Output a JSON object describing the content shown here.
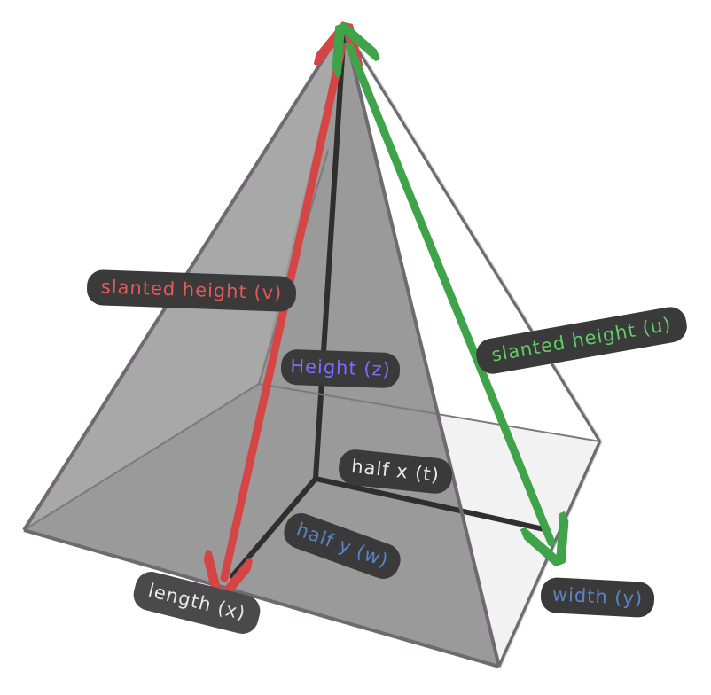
{
  "labels": {
    "slanted_height_v": "slanted height (v)",
    "height_z": "Height (z)",
    "slanted_height_u": "slanted height (u)",
    "half_x_t": "half x (t)",
    "half_y_w": "half y (w)",
    "length_x": "length (x)",
    "width_y": "width (y)"
  },
  "colors": {
    "face": "#9a9a9a",
    "edge": "#6e6a70",
    "inner_edge": "#2f2f2f",
    "red": "#d64545",
    "green": "#3fa34a",
    "label_bg": "#3a3a3a",
    "text_red": "#e25a5a",
    "text_purple": "#7f6cff",
    "text_green": "#5fcf64",
    "text_white": "#e8e8e8",
    "text_blue": "#5a84c8"
  }
}
